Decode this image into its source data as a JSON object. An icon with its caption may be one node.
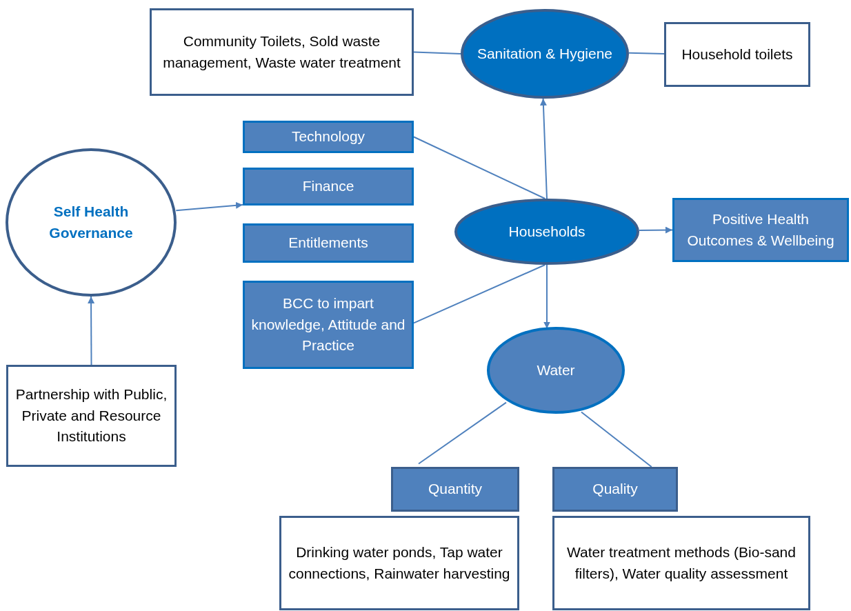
{
  "diagram": {
    "nodes": [
      {
        "text": [
          "Community Toilets, Sold waste management, Waste water treatment"
        ]
      },
      {
        "text": [
          "Sanitation & Hygiene"
        ]
      },
      {
        "text": [
          "Household toilets"
        ]
      },
      {
        "text": [
          "Technology"
        ]
      },
      {
        "text": [
          "Finance"
        ]
      },
      {
        "text": [
          "Entitlements"
        ]
      },
      {
        "text": [
          "BCC to impart knowledge, Attitude and Practice"
        ]
      },
      {
        "text": [
          "Self Health Governance"
        ]
      },
      {
        "text": [
          "Households"
        ]
      },
      {
        "text": [
          "Positive Health Outcomes & Wellbeing"
        ]
      },
      {
        "text": [
          "Water"
        ]
      },
      {
        "text": [
          "Partnership with Public, Private and Resource Institutions"
        ]
      },
      {
        "text": [
          "Quantity"
        ]
      },
      {
        "text": [
          "Quality"
        ]
      },
      {
        "text": [
          "Drinking water ponds, Tap water connections, Rainwater harvesting"
        ]
      },
      {
        "text": [
          "Water treatment methods (Bio-sand filters), Water quality assessment"
        ]
      }
    ],
    "edges": [
      {
        "from": 0,
        "to": 1,
        "arrow": "none"
      },
      {
        "from": 1,
        "to": 2,
        "arrow": "none"
      },
      {
        "from": 3,
        "to": 8,
        "arrow": "none"
      },
      {
        "from": 6,
        "to": 8,
        "arrow": "none"
      },
      {
        "from": 8,
        "to": 1,
        "arrow": "to"
      },
      {
        "from": 8,
        "to": 9,
        "arrow": "to"
      },
      {
        "from": 8,
        "to": 10,
        "arrow": "to"
      },
      {
        "from": 7,
        "to": 4,
        "arrow": "to"
      },
      {
        "from": 11,
        "to": 7,
        "arrow": "to"
      },
      {
        "from": 10,
        "to": 12,
        "arrow": "none"
      },
      {
        "from": 10,
        "to": 13,
        "arrow": "none"
      }
    ]
  }
}
